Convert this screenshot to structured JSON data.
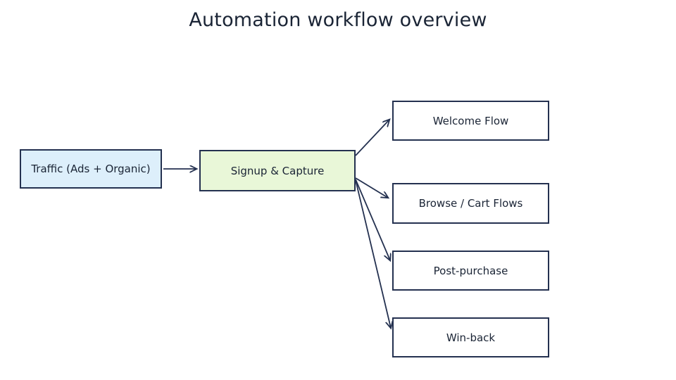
{
  "title": "Automation workflow overview",
  "diagram": {
    "nodes": [
      {
        "id": "traffic",
        "label": "Traffic (Ads + Organic)",
        "fill": "#ddeffb"
      },
      {
        "id": "signup",
        "label": "Signup & Capture",
        "fill": "#e9f7d8"
      },
      {
        "id": "welcome",
        "label": "Welcome Flow",
        "fill": "#ffffff"
      },
      {
        "id": "browse",
        "label": "Browse / Cart Flows",
        "fill": "#ffffff"
      },
      {
        "id": "postpurchase",
        "label": "Post-purchase",
        "fill": "#ffffff"
      },
      {
        "id": "winback",
        "label": "Win-back",
        "fill": "#ffffff"
      }
    ],
    "edges": [
      {
        "from": "traffic",
        "to": "signup"
      },
      {
        "from": "signup",
        "to": "welcome"
      },
      {
        "from": "signup",
        "to": "browse"
      },
      {
        "from": "signup",
        "to": "postpurchase"
      },
      {
        "from": "signup",
        "to": "winback"
      }
    ],
    "colors": {
      "stroke": "#243150",
      "text": "#1a2435",
      "traffic_fill": "#ddeffb",
      "signup_fill": "#e9f7d8",
      "background": "#ffffff"
    }
  }
}
